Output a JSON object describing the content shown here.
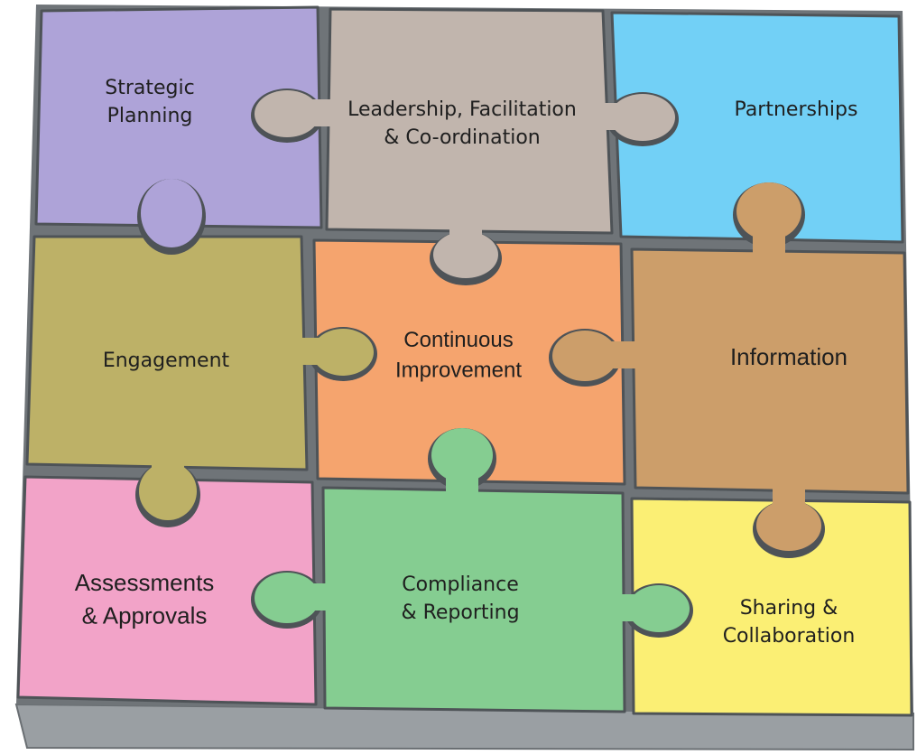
{
  "pieces": [
    {
      "id": "strategic-planning",
      "lines": [
        "Strategic",
        "Planning"
      ],
      "color": "#aea3d8"
    },
    {
      "id": "leadership",
      "lines": [
        "Leadership, Facilitation",
        "& Co-ordination"
      ],
      "color": "#c1b5ad"
    },
    {
      "id": "partnerships",
      "lines": [
        "Partnerships"
      ],
      "color": "#72d0f6"
    },
    {
      "id": "engagement",
      "lines": [
        "Engagement"
      ],
      "color": "#bdb167"
    },
    {
      "id": "continuous-improvement",
      "lines": [
        "Continuous",
        "Improvement"
      ],
      "color": "#f5a46e"
    },
    {
      "id": "information",
      "lines": [
        "Information"
      ],
      "color": "#cc9e6a"
    },
    {
      "id": "assessments",
      "lines": [
        "Assessments",
        "& Approvals"
      ],
      "color": "#f2a3c8"
    },
    {
      "id": "compliance",
      "lines": [
        "Compliance",
        "& Reporting"
      ],
      "color": "#85cd91"
    },
    {
      "id": "sharing",
      "lines": [
        "Sharing &",
        "Collaboration"
      ],
      "color": "#fbef74"
    }
  ],
  "colors": {
    "gap": "#6f7478",
    "side": "#8e9397",
    "edge": "#4e5357"
  }
}
